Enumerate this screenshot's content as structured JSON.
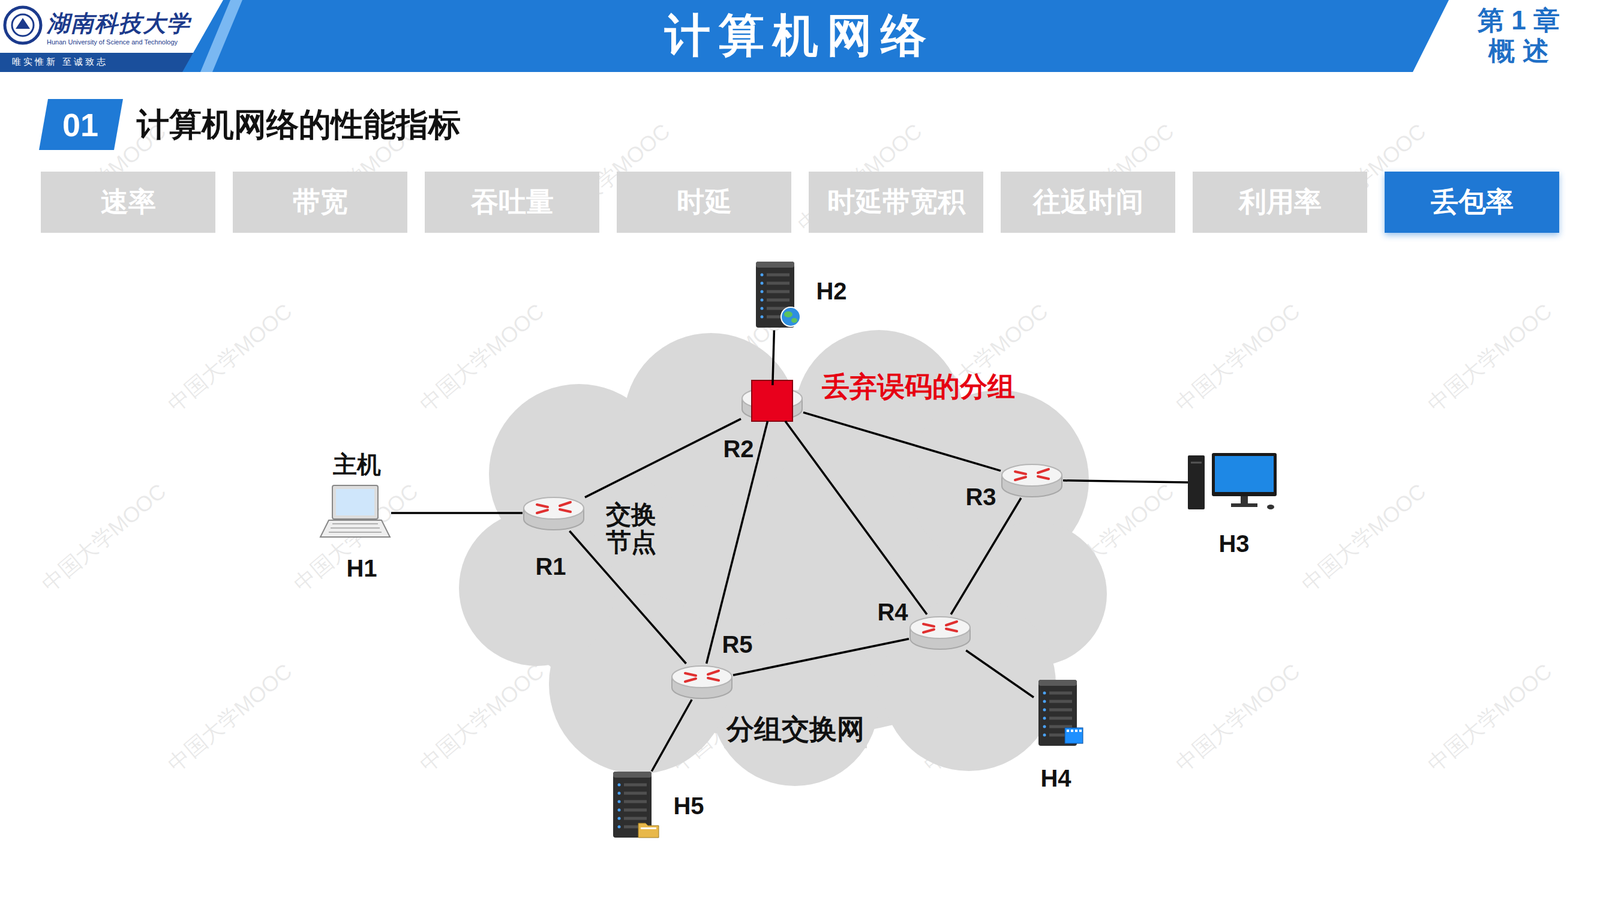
{
  "diagram": {
    "title": "计算机网络",
    "nodes": [
      {
        "text": [
          "第 1 章 概 述"
        ]
      },
      {
        "text": [
          "速率"
        ]
      },
      {
        "text": [
          "带宽"
        ]
      },
      {
        "text": [
          "吞吐量"
        ]
      },
      {
        "text": [
          "时延"
        ]
      },
      {
        "text": [
          "时延带宽积"
        ]
      },
      {
        "text": [
          "往返时间"
        ]
      },
      {
        "text": [
          "利用率"
        ]
      },
      {
        "text": [
          "丢包率"
        ]
      },
      {
        "text": [
          "分组交换网"
        ]
      },
      {
        "text": [
          "H2"
        ]
      },
      {
        "text": [
          "R2"
        ],
        "in": 9
      },
      {
        "text": [
          "主机",
          "H1"
        ]
      },
      {
        "text": [
          "R1"
        ],
        "in": 9
      },
      {
        "text": [
          "R3"
        ],
        "in": 9
      },
      {
        "text": [
          "H3"
        ]
      },
      {
        "text": [
          "R4"
        ],
        "in": 9
      },
      {
        "text": [
          "R5"
        ],
        "in": 9
      },
      {
        "text": [
          "H4"
        ]
      },
      {
        "text": [
          "H5"
        ]
      }
    ],
    "edges": [
      {
        "from": 12,
        "to": 13,
        "arrow": "none"
      },
      {
        "from": 13,
        "to": 11,
        "arrow": "none"
      },
      {
        "from": 13,
        "to": 17,
        "arrow": "none"
      },
      {
        "from": 11,
        "to": 17,
        "arrow": "none"
      },
      {
        "from": 11,
        "to": 14,
        "arrow": "none"
      },
      {
        "from": 11,
        "to": 16,
        "arrow": "none"
      },
      {
        "from": 14,
        "to": 16,
        "arrow": "none"
      },
      {
        "from": 16,
        "to": 17,
        "arrow": "none"
      },
      {
        "from": 10,
        "to": 11,
        "arrow": "none"
      },
      {
        "from": 15,
        "to": 14,
        "arrow": "none"
      },
      {
        "from": 18,
        "to": 16,
        "arrow": "none"
      },
      {
        "from": 19,
        "to": 17,
        "arrow": "none"
      }
    ],
    "labels": [
      "湖南科技大学",
      "Hunan University of Science and Technology",
      "唯实惟新 至诚致志",
      "01",
      "计算机网络的性能指标",
      "交换节点",
      "丢弃误码的分组",
      "中国大学MOOC",
      "中国大学MOOC",
      "中国大学MOOC",
      "中国大学MOOC",
      "中国大学MOOC",
      "中国大学MOOC",
      "中国大学MOOC",
      "中国大学MOOC",
      "中国大学MOOC",
      "中国大学MOOC",
      "中国大学MOOC",
      "中国大学MOOC",
      "中国大学MOOC",
      "中国大学MOOC",
      "中国大学MOOC",
      "中国大学MOOC",
      "中国大学MOOC",
      "中国大学MOOC",
      "中国大学MOOC",
      "中国大学MOOC",
      "中国大学MOOC",
      "中国大学MOOC",
      "中国大学MOOC",
      "中国大学MOOC"
    ]
  }
}
